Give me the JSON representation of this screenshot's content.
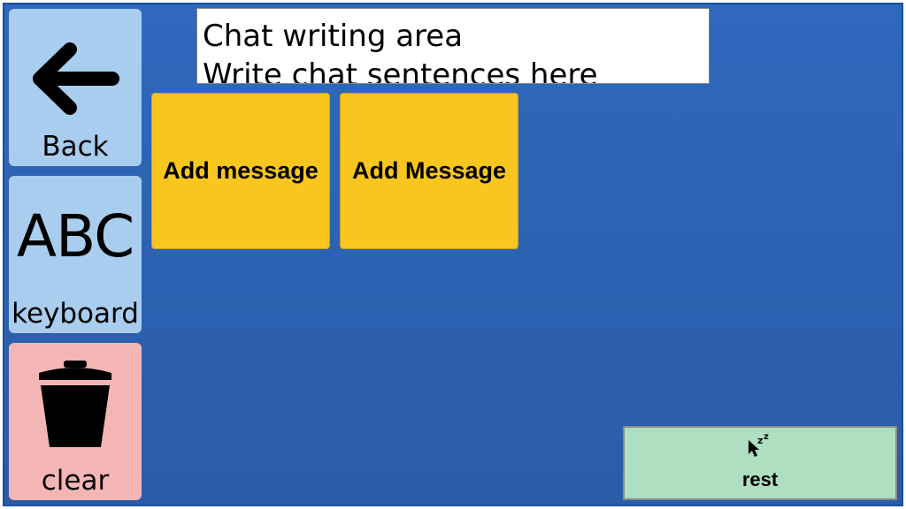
{
  "sidebar": {
    "back": {
      "label": "Back",
      "icon": "arrow-left-icon"
    },
    "keyboard": {
      "icon_text": "ABC",
      "label": "keyboard"
    },
    "clear": {
      "label": "clear",
      "icon": "trash-icon"
    }
  },
  "chat": {
    "title": "Chat writing area",
    "placeholder": "Write chat sentences here"
  },
  "tiles": [
    {
      "label": "Add message"
    },
    {
      "label": "Add Message"
    }
  ],
  "rest": {
    "label": "rest",
    "icon": "cursor-sleep-icon"
  },
  "colors": {
    "background": "#2f68bd",
    "side_blue": "#a9cdee",
    "side_pink": "#f3b6b4",
    "tile_yellow": "#f9c51f",
    "rest_green": "#addfc0"
  }
}
